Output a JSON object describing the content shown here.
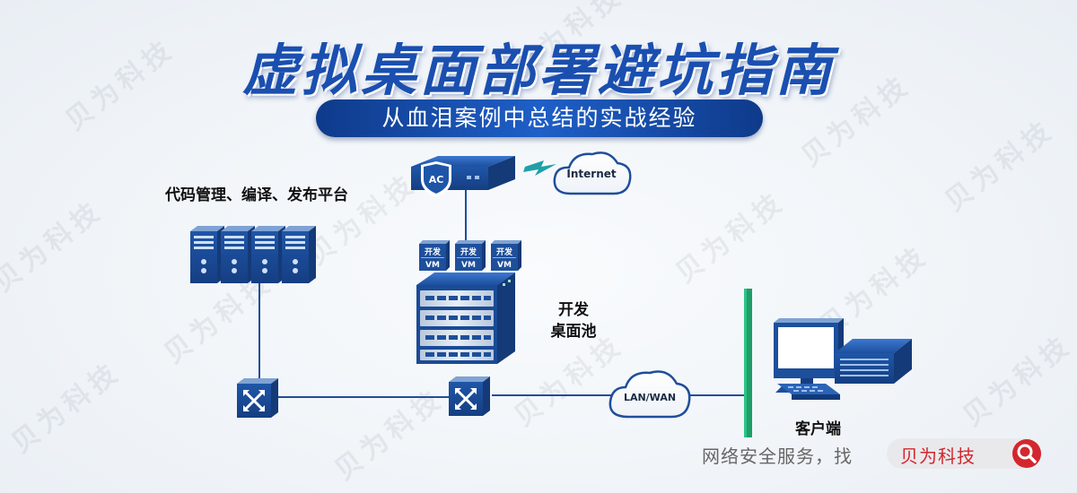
{
  "header": {
    "title": "虚拟桌面部署避坑指南",
    "subtitle": "从血泪案例中总结的实战经验"
  },
  "diagram": {
    "labels": {
      "build_platform": "代码管理、编译、发布平台",
      "dev_pool": "开发\n桌面池",
      "client": "客户端",
      "ac": "AC",
      "internet": "Internet",
      "lan_wan": "LAN/WAN"
    },
    "vm_cards": [
      {
        "top": "开发",
        "bottom": "VM"
      },
      {
        "top": "开发",
        "bottom": "VM"
      },
      {
        "top": "开发",
        "bottom": "VM"
      }
    ]
  },
  "footer": {
    "service_text": "网络安全服务，找",
    "brand": "贝为科技"
  },
  "watermark": "贝为科技",
  "colors": {
    "primary_blue": "#1a4fb0",
    "device_blue": "#1b4f9c",
    "line_blue": "#1f4e9a",
    "green_bar": "#1f9e6a",
    "brand_red": "#d3262e"
  }
}
